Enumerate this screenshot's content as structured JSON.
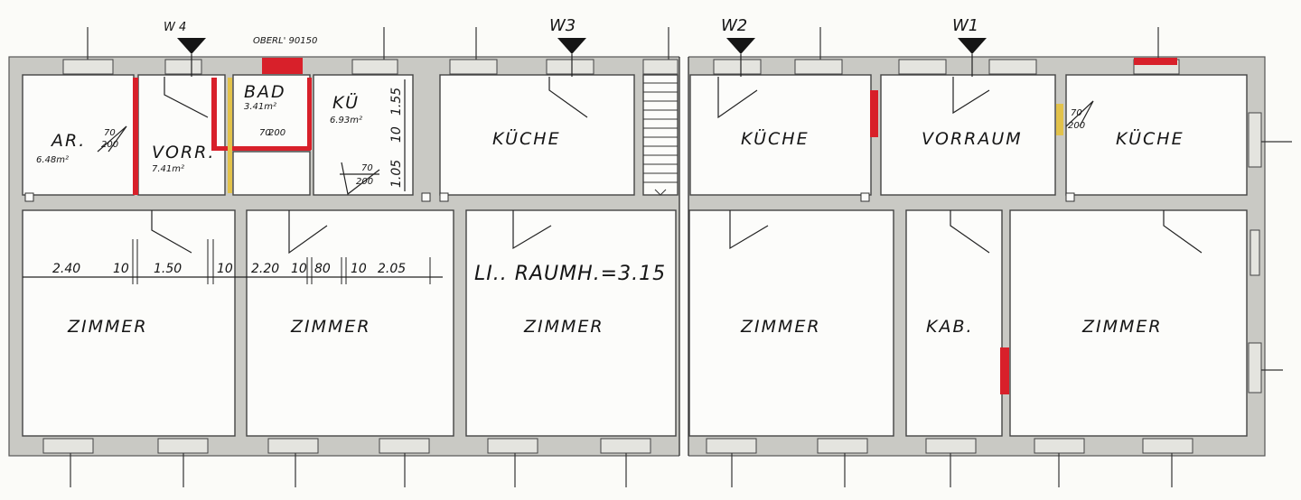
{
  "windows": [
    "W 4",
    "W3",
    "W2",
    "W1"
  ],
  "oberlicht": "OBERL' 90150",
  "rooms": {
    "ar": "AR.",
    "ar_area": "6.48m²",
    "vorr": "VORR.",
    "vorr_area": "7.41m²",
    "bad": "BAD",
    "bad_area": "3.41m²",
    "kue": "KÜ",
    "kue_area": "6.93m²",
    "kueche1": "KÜCHE",
    "kueche2": "KÜCHE",
    "kueche3": "KÜCHE",
    "vorraum": "VORRAUM",
    "zimmer1": "ZIMMER",
    "zimmer2": "ZIMMER",
    "zimmer3": "ZIMMER",
    "zimmer4": "ZIMMER",
    "zimmer5": "ZIMMER",
    "kab": "KAB."
  },
  "doors": {
    "d1_w": "70",
    "d1_h": "200",
    "d2_w": "70",
    "d2_h": "200",
    "d3_w": "70",
    "d3_h": "200",
    "d4_w": "70",
    "d4_h": "200"
  },
  "dims": {
    "d240": "2.40",
    "d10a": "10",
    "d150": "1.50",
    "d10b": "10",
    "d220": "2.20",
    "d10c": "10",
    "d80": "80",
    "d10d": "10",
    "d205": "2.05",
    "v155": "1.55",
    "v10": "10",
    "v105": "1.05"
  },
  "height_note": "LI.. RAUMH.=3.15"
}
